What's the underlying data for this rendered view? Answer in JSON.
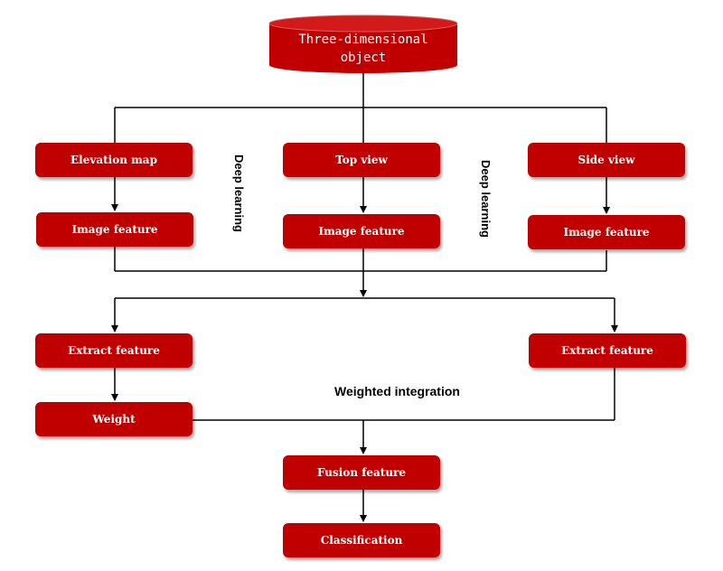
{
  "source": {
    "label": "Three-dimensional\nobject"
  },
  "views": {
    "elevation": "Elevation map",
    "top": "Top view",
    "side": "Side view"
  },
  "image_features": {
    "left": "Image feature",
    "center": "Image feature",
    "right": "Image feature"
  },
  "annotations": {
    "deep_learning_left": "Deep learning",
    "deep_learning_right": "Deep learning",
    "weighted_integration": "Weighted integration"
  },
  "extract": {
    "left": "Extract feature",
    "right": "Extract feature"
  },
  "weight": "Weight",
  "fusion": "Fusion feature",
  "classification": "Classification",
  "colors": {
    "box_fill": "#c00000",
    "box_text": "#ffffff",
    "connector": "#000000"
  }
}
